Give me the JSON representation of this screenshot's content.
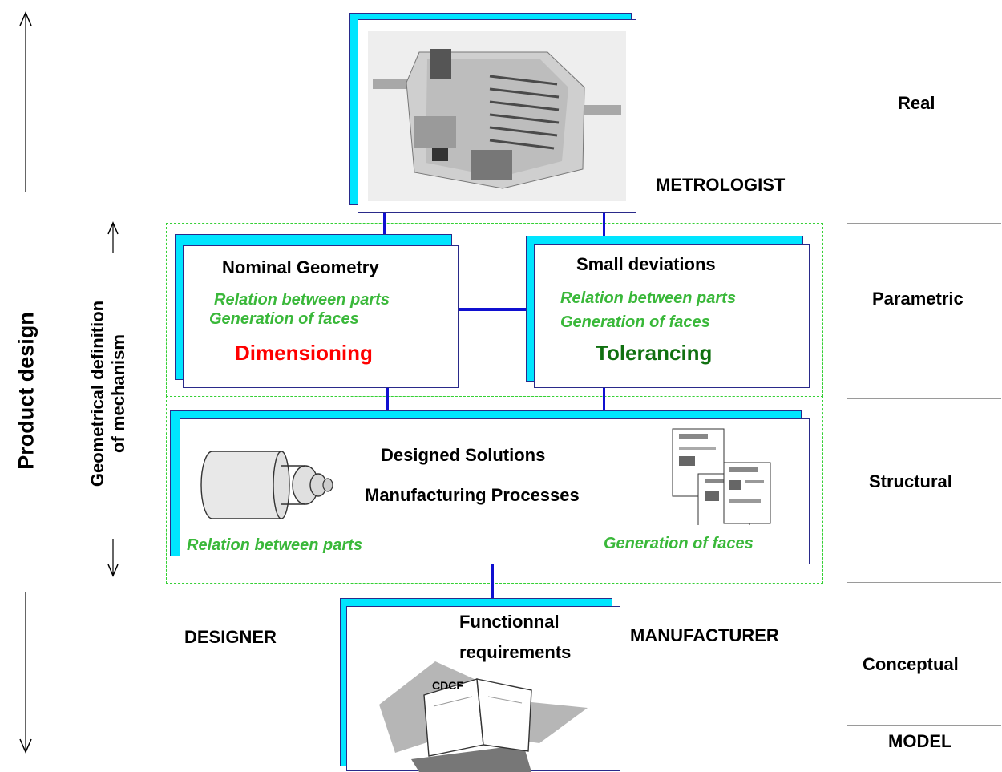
{
  "levels": {
    "real": "Real",
    "parametric": "Parametric",
    "structural": "Structural",
    "conceptual": "Conceptual",
    "model": "MODEL"
  },
  "roles": {
    "metrologist": "METROLOGIST",
    "designer": "DESIGNER",
    "manufacturer": "MANUFACTURER"
  },
  "side": {
    "product_design": "Product design",
    "geometrical_line1": "Geometrical definition",
    "geometrical_line2": "of mechanism"
  },
  "nominal": {
    "title": "Nominal Geometry",
    "rel": "Relation between parts",
    "gen": "Generation of faces",
    "key": "Dimensioning"
  },
  "small": {
    "title": "Small deviations",
    "rel": "Relation between parts",
    "gen": "Generation of faces",
    "key": "Tolerancing"
  },
  "structural": {
    "title1": "Designed Solutions",
    "title2": "Manufacturing Processes",
    "rel": "Relation between parts",
    "gen": "Generation of faces"
  },
  "functional": {
    "title1": "Functionnal",
    "title2": "requirements",
    "book": "CDCF"
  },
  "colors": {
    "cyan": "#00e5ff",
    "blue": "#1010d0",
    "green": "#3ab83a",
    "red": "#ff0000",
    "darkgreen": "#107010"
  }
}
